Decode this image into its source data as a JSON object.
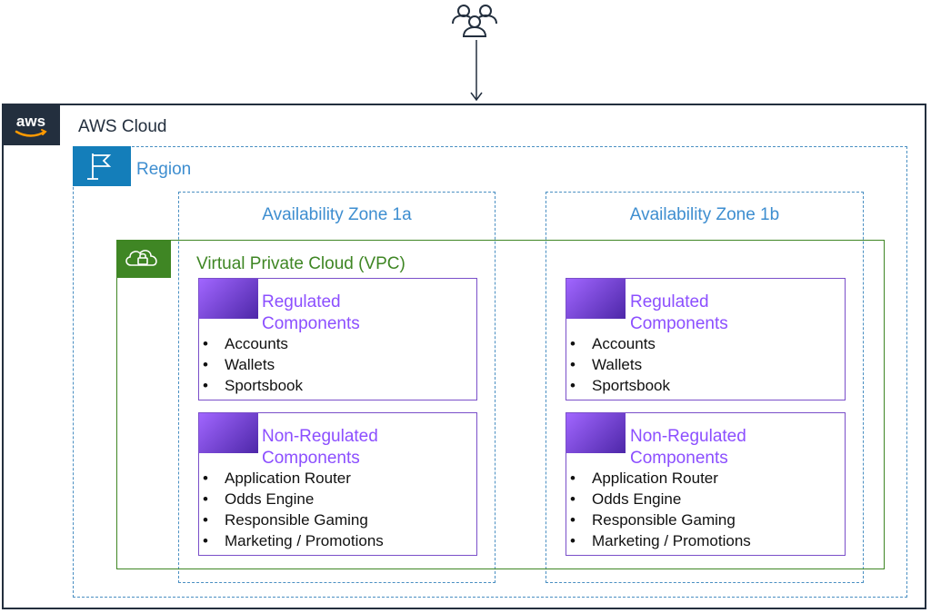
{
  "aws_cloud": {
    "label": "AWS Cloud",
    "logo_text": "aws"
  },
  "region": {
    "label": "Region"
  },
  "availability_zones": [
    {
      "label": "Availability Zone 1a"
    },
    {
      "label": "Availability Zone 1b"
    }
  ],
  "vpc": {
    "label": "Virtual Private Cloud (VPC)"
  },
  "components": [
    {
      "title_line1": "Regulated",
      "title_line2": "Components",
      "items": [
        "Accounts",
        "Wallets",
        "Sportsbook"
      ]
    },
    {
      "title_line1": "Non-Regulated",
      "title_line2": "Components",
      "items": [
        "Application Router",
        "Odds Engine",
        "Responsible Gaming",
        "Marketing / Promotions"
      ]
    },
    {
      "title_line1": "Regulated",
      "title_line2": "Components",
      "items": [
        "Accounts",
        "Wallets",
        "Sportsbook"
      ]
    },
    {
      "title_line1": "Non-Regulated",
      "title_line2": "Components",
      "items": [
        "Application Router",
        "Odds Engine",
        "Responsible Gaming",
        "Marketing / Promotions"
      ]
    }
  ],
  "colors": {
    "aws_dark": "#232f3e",
    "region_blue": "#147eba",
    "zone_blue": "#3e8ed0",
    "vpc_green": "#3f8624",
    "component_purple": "#8c4fff"
  },
  "icons": [
    "users-icon",
    "aws-logo-icon",
    "region-flag-icon",
    "vpc-cloud-lock-icon",
    "component-badge-icon"
  ]
}
